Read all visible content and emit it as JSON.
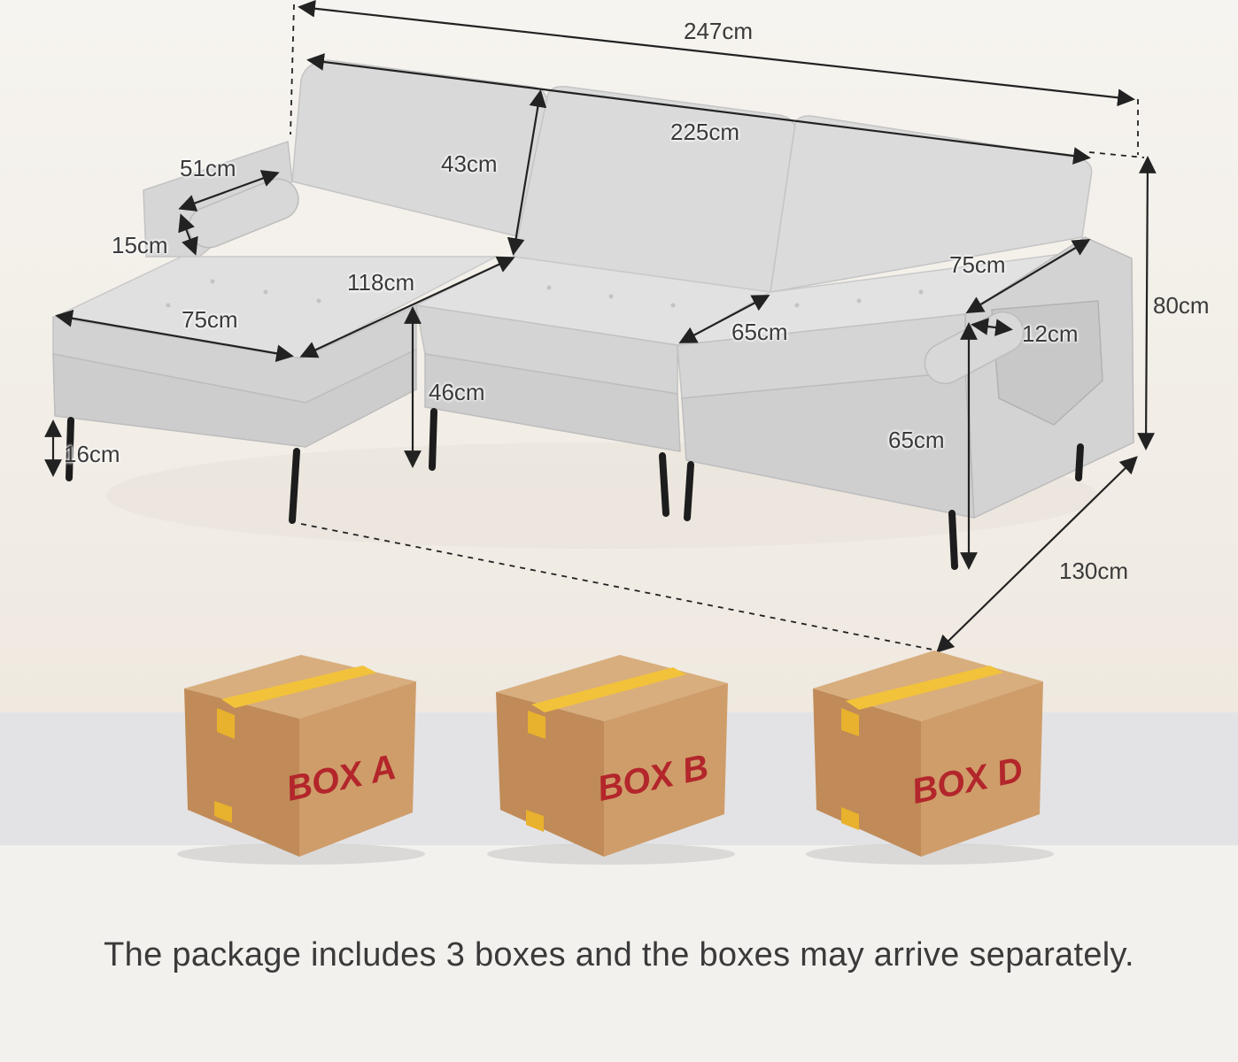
{
  "dimensions": {
    "total_length": "247cm",
    "sofa_length": "225cm",
    "back_height": "43cm",
    "pillow_length": "51cm",
    "pillow_diameter": "15cm",
    "chaise_length": "118cm",
    "chaise_width": "75cm",
    "seat_height": "46cm",
    "leg_height": "16cm",
    "seat_depth": "75cm",
    "seat_width": "65cm",
    "arm_width": "12cm",
    "arm_height": "65cm",
    "total_height": "80cm",
    "total_depth": "130cm"
  },
  "boxes": [
    {
      "label": "BOX A"
    },
    {
      "label": "BOX B"
    },
    {
      "label": "BOX D"
    }
  ],
  "caption": "The package includes 3 boxes and the boxes may arrive separately.",
  "colors": {
    "background": "#f3f1ed",
    "band": "#e3e3e5",
    "upholstery": "#dcdcdc",
    "legs": "#1d1d1d",
    "cardboard": "#c99a6a",
    "tape": "#f2c23a",
    "box_label": "#b3262b",
    "text": "#3a3a3a"
  }
}
